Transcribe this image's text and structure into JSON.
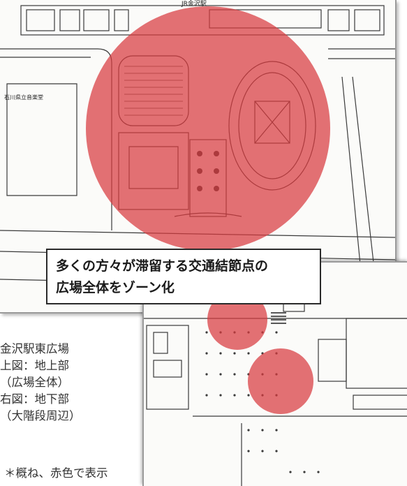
{
  "top_map": {
    "station_label": "JR金沢駅",
    "left_building_label": "石川県立音楽堂",
    "zone_color": "#d83a3f"
  },
  "callout": {
    "line1": "多くの方々が滞留する交通結節点の",
    "line2": "広場全体をゾーン化"
  },
  "caption": {
    "line1": "金沢駅東広場",
    "line2": "上図：地上部",
    "line3": "（広場全体）",
    "line4": "右図：地下部",
    "line5": "（大階段周辺）"
  },
  "note": "＊概ね、赤色で表示"
}
